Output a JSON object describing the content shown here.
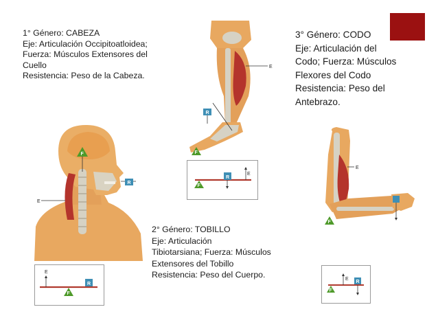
{
  "colors": {
    "accent": "#9b1111",
    "skin": "#e8a860",
    "skin_dark": "#c7782c",
    "muscle": "#b4342c",
    "bone": "#d6d2c4",
    "fulcrum": "#4e9a2a",
    "resistance": "#3f8fb5",
    "lever": "#b03a2e"
  },
  "lever_labels": {
    "fulcrum": "F",
    "resistance": "R",
    "effort": "E"
  },
  "sections": {
    "head": {
      "text": "1° Género: CABEZA\nEje: Articulación Occipitoatloidea;\nFuerza: Músculos Extensores del\nCuello\nResistencia: Peso de la Cabeza."
    },
    "elbow": {
      "text": "3° Género: CODO\nEje: Articulación del\nCodo; Fuerza: Músculos\nFlexores del Codo\nResistencia: Peso del\nAntebrazo."
    },
    "ankle": {
      "text": "2° Género: TOBILLO\nEje: Articulación\nTibiotarsiana; Fuerza: Músculos\nExtensores del Tobillo\nResistencia: Peso del Cuerpo."
    }
  },
  "icons": [
    "head-neck-anatomy-illustration",
    "leg-ankle-anatomy-illustration",
    "arm-elbow-anatomy-illustration",
    "lever-diagram"
  ]
}
